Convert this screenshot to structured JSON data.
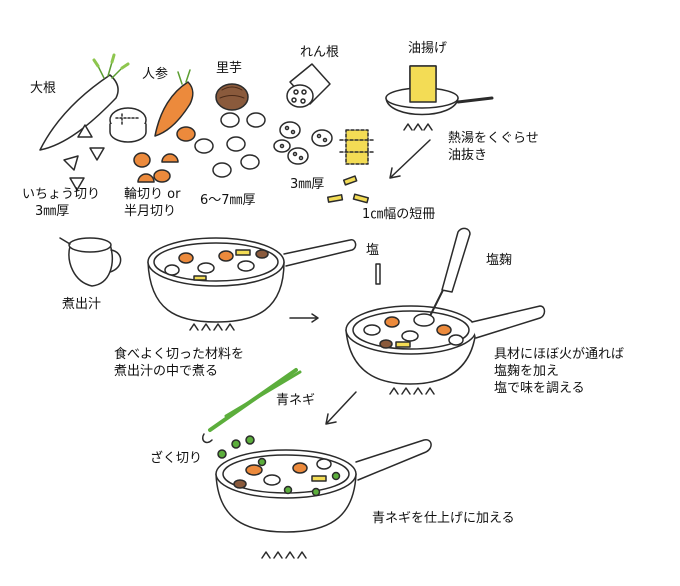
{
  "ingredients": {
    "daikon": "大根",
    "ninjin": "人参",
    "satoimo": "里芋",
    "renkon": "れん根",
    "aburaage": "油揚げ"
  },
  "cuts": {
    "daikon_cut": "いちょう切り\n　3㎜厚",
    "ninjin_cut": "輪切り or\n半月切り",
    "satoimo_cut": "6〜7㎜厚",
    "renkon_cut": "3㎜厚",
    "aburaage_cut": "1㎝幅の短冊",
    "aburaage_prep": "熱湯をくぐらせ\n油抜き"
  },
  "tools": {
    "dashi": "煮出汁",
    "salt": "塩",
    "shiokoji": "塩麹",
    "negi": "青ネギ",
    "negi_cut": "ざく切り"
  },
  "steps": {
    "step1": "食べよく切った材料を\n煮出汁の中で煮る",
    "step2": "具材にほぼ火が通れば\n塩麹を加え\n塩で味を調える",
    "step3": "青ネギを仕上げに加える"
  },
  "colors": {
    "ink": "#2b2b2b",
    "carrot": "#ec8a3c",
    "daikon_leaf": "#8ec64e",
    "aburaage": "#f3dc55",
    "satoimo": "#8a5a3c",
    "negi": "#5cae3c"
  }
}
